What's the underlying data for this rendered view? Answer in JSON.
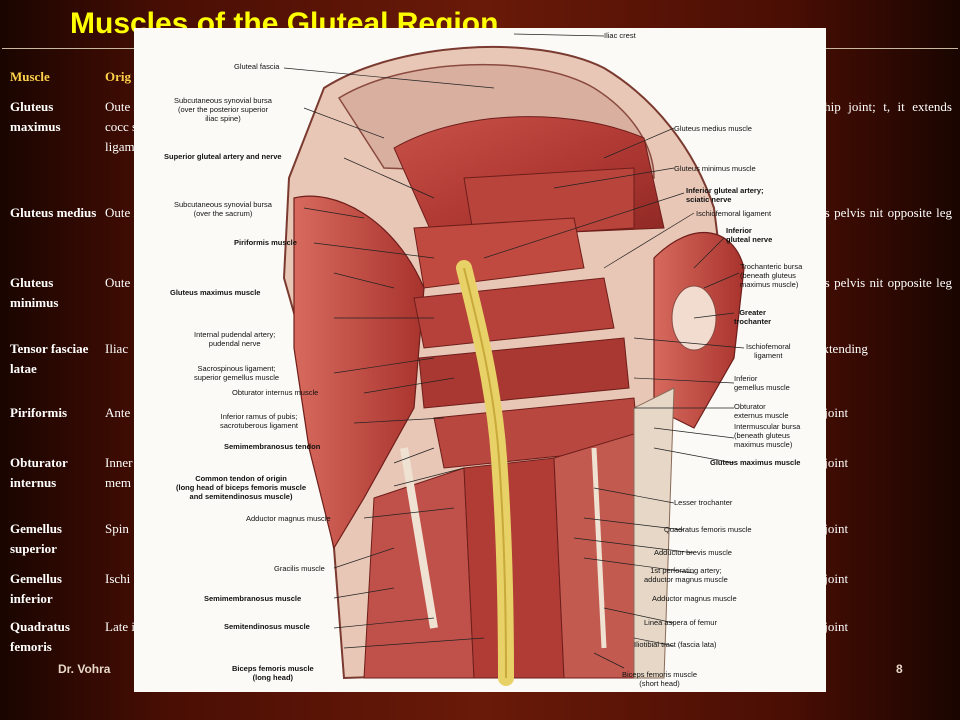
{
  "slide": {
    "title": "Muscles of the Gluteal Region",
    "author": "Dr. Vohra",
    "page_number": "8",
    "colors": {
      "title": "#ffff00",
      "header": "#ffd24a",
      "background": "#4a0e04"
    }
  },
  "table": {
    "headers": {
      "muscle": "Muscle",
      "origin": "Orig"
    },
    "rows": [
      {
        "muscle": "Gluteus maximus",
        "origin": "Oute ilium cocc sacro ligam",
        "action": "rotates hip joint; t, it extends knee"
      },
      {
        "muscle": "Gluteus medius",
        "origin": "Oute ilium",
        "action": "oint; tilts pelvis nit opposite leg to"
      },
      {
        "muscle": "Gluteus minimus",
        "origin": "Oute ilium",
        "action": "oint; tilts pelvis nit opposite leg to"
      },
      {
        "muscle": "Tensor fasciae latae",
        "origin": "Iliac",
        "action": "nus in extending"
      },
      {
        "muscle": "Piriformis",
        "origin": "Ante of sa",
        "action": "h at hip joint"
      },
      {
        "muscle": "Obturator internus",
        "origin": "Inner obtur mem",
        "action": "h at hip joint"
      },
      {
        "muscle": "Gemellus superior",
        "origin": "Spin",
        "action": "h at hip joint"
      },
      {
        "muscle": "Gemellus inferior",
        "origin": "Ischi",
        "action": "h at hip joint"
      },
      {
        "muscle": "Quadratus femoris",
        "origin": "Late ischi",
        "action": "h at hip joint"
      }
    ]
  },
  "figure": {
    "labels": [
      {
        "id": "iliac-crest",
        "text": "Iliac crest"
      },
      {
        "id": "gluteal-fascia",
        "text": "Gluteal fascia"
      },
      {
        "id": "subcut-bursa-post",
        "text": "Subcutaneous synovial bursa\n(over the posterior superior\niliac spine)"
      },
      {
        "id": "gluteus-medius",
        "text": "Gluteus medius muscle"
      },
      {
        "id": "sup-gluteal",
        "text": "Superior gluteal artery and nerve"
      },
      {
        "id": "gluteus-minimus",
        "text": "Gluteus minimus muscle"
      },
      {
        "id": "inf-gluteal-sciatic",
        "text": "Inferior gluteal artery;\nsciatic nerve"
      },
      {
        "id": "subcut-bursa-sacrum",
        "text": "Subcutaneous synovial bursa\n(over the sacrum)"
      },
      {
        "id": "ischiofemoral-1",
        "text": "Ischiofemoral ligament"
      },
      {
        "id": "inf-gluteal-nerve",
        "text": "Inferior\ngluteal nerve"
      },
      {
        "id": "piriformis",
        "text": "Piriformis muscle"
      },
      {
        "id": "trochanteric-bursa",
        "text": "Trochanteric bursa\n(beneath gluteus\nmaximus muscle)"
      },
      {
        "id": "gluteus-maximus-1",
        "text": "Gluteus maximus muscle"
      },
      {
        "id": "greater-trochanter",
        "text": "Greater\ntrochanter"
      },
      {
        "id": "internal-pudendal",
        "text": "Internal pudendal artery;\npudendal nerve"
      },
      {
        "id": "ischiofemoral-2",
        "text": "Ischiofemoral\nligament"
      },
      {
        "id": "sacrospinous",
        "text": "Sacrospinous ligament;\nsuperior gemellus muscle"
      },
      {
        "id": "inf-gemellus",
        "text": "Inferior\ngemellus muscle"
      },
      {
        "id": "obturator-internus",
        "text": "Obturator internus muscle"
      },
      {
        "id": "obturator-externus",
        "text": "Obturator\nexternus muscle"
      },
      {
        "id": "inf-ramus",
        "text": "Inferior ramus of pubis;\nsacrotuberous ligament"
      },
      {
        "id": "intermuscular-bursa",
        "text": "Intermuscular bursa\n(beneath gluteus\nmaximus muscle)"
      },
      {
        "id": "semimembranosus-tendon",
        "text": "Semimembranosus tendon"
      },
      {
        "id": "gluteus-maximus-2",
        "text": "Gluteus maximus muscle"
      },
      {
        "id": "common-tendon",
        "text": "Common tendon of origin\n(long head of biceps femoris muscle\nand semitendinosus muscle)"
      },
      {
        "id": "lesser-trochanter",
        "text": "Lesser trochanter"
      },
      {
        "id": "adductor-magnus-1",
        "text": "Adductor magnus muscle"
      },
      {
        "id": "quadratus-femoris",
        "text": "Quadratus femoris muscle"
      },
      {
        "id": "adductor-brevis",
        "text": "Adductor brevis muscle"
      },
      {
        "id": "gracilis",
        "text": "Gracilis muscle"
      },
      {
        "id": "perforating-artery",
        "text": "1st perforating artery;\nadductor magnus muscle"
      },
      {
        "id": "semimembranosus",
        "text": "Semimembranosus muscle"
      },
      {
        "id": "adductor-magnus-2",
        "text": "Adductor magnus muscle"
      },
      {
        "id": "linea-aspera",
        "text": "Linea aspera of femur"
      },
      {
        "id": "semitendinosus",
        "text": "Semitendinosus muscle"
      },
      {
        "id": "iliotibial",
        "text": "Iliotibial tract (fascia lata)"
      },
      {
        "id": "biceps-long",
        "text": "Biceps femoris muscle\n(long head)"
      },
      {
        "id": "biceps-short",
        "text": "Biceps femoris muscle\n(short head)"
      }
    ]
  }
}
